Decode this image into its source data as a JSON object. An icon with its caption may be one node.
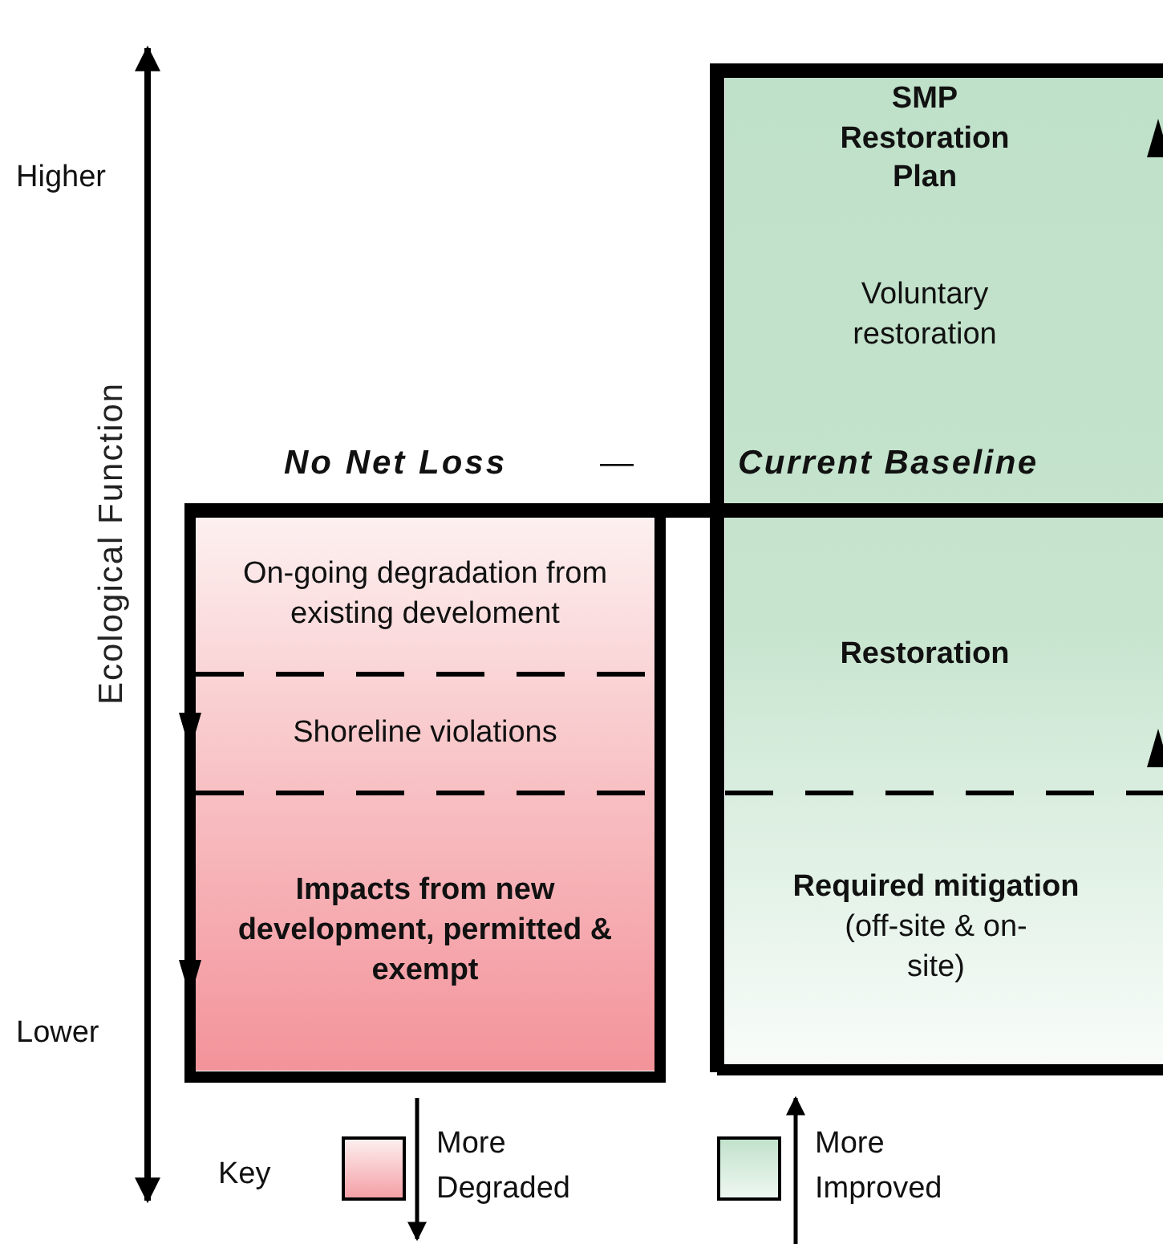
{
  "diagram": {
    "nodes": [
      {
        "text": [
          "SMP Restoration Plan",
          "Voluntary restoration"
        ]
      },
      {
        "text": [
          "On-going degradation from existing develoment"
        ]
      },
      {
        "text": [
          "Restoration"
        ]
      },
      {
        "text": [
          "Shoreline violations"
        ]
      },
      {
        "text": [
          "Impacts from new development, permitted & exempt"
        ]
      },
      {
        "text": [
          "Required mitigation",
          "(off-site & on-site)"
        ]
      }
    ],
    "labels": [
      "Higher",
      "Ecological Function",
      "No Net Loss",
      "—",
      "Current Baseline",
      "Lower",
      "Key"
    ],
    "legend": [
      {
        "text": "More Degraded",
        "color": "#f4a0a6"
      },
      {
        "text": "More Improved",
        "color": "#c2e2cc"
      }
    ]
  }
}
